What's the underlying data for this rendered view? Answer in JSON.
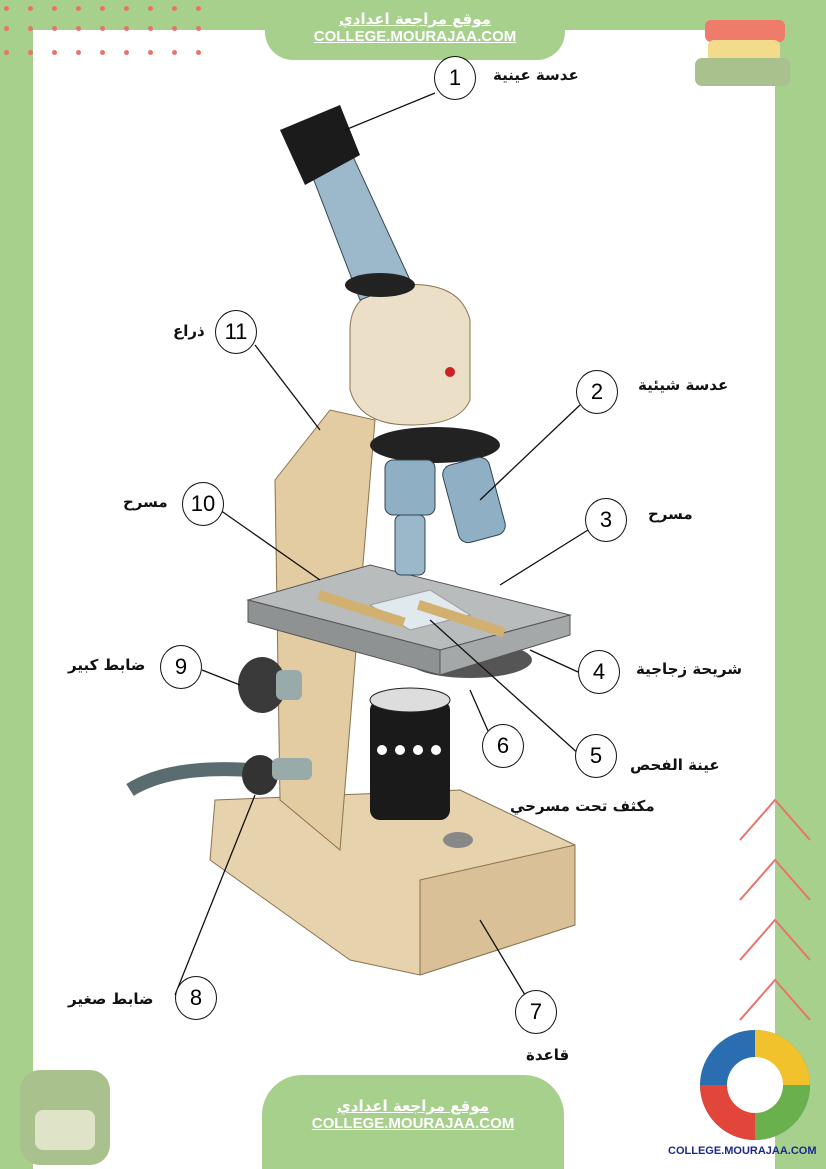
{
  "banner_top": {
    "arabic": "موقع مراجعة اعدادي",
    "url": "COLLEGE.MOURAJAA.COM"
  },
  "banner_bottom": {
    "arabic": "موقع مراجعة اعدادي",
    "url": "COLLEGE.MOURAJAA.COM"
  },
  "footer_logo_text": "COLLEGE.MOURAJAA.COM",
  "colors": {
    "frame": "#a8d08d",
    "accent_dots": "#e8736a",
    "microscope_body": "#e9d8b6"
  },
  "labels": [
    {
      "number": "1",
      "text": "عدسة عينية"
    },
    {
      "number": "2",
      "text": "عدسة شيئية"
    },
    {
      "number": "3",
      "text": "مسرح"
    },
    {
      "number": "4",
      "text": "شريحة زجاجية"
    },
    {
      "number": "5",
      "text": "عينة الفحص"
    },
    {
      "number": "6",
      "text": "مكثف تحت مسرحي"
    },
    {
      "number": "7",
      "text": "قاعدة"
    },
    {
      "number": "8",
      "text": "ضابط صغير"
    },
    {
      "number": "9",
      "text": "ضابط كبير"
    },
    {
      "number": "10",
      "text": "مسرح"
    },
    {
      "number": "11",
      "text": "ذراع"
    }
  ]
}
